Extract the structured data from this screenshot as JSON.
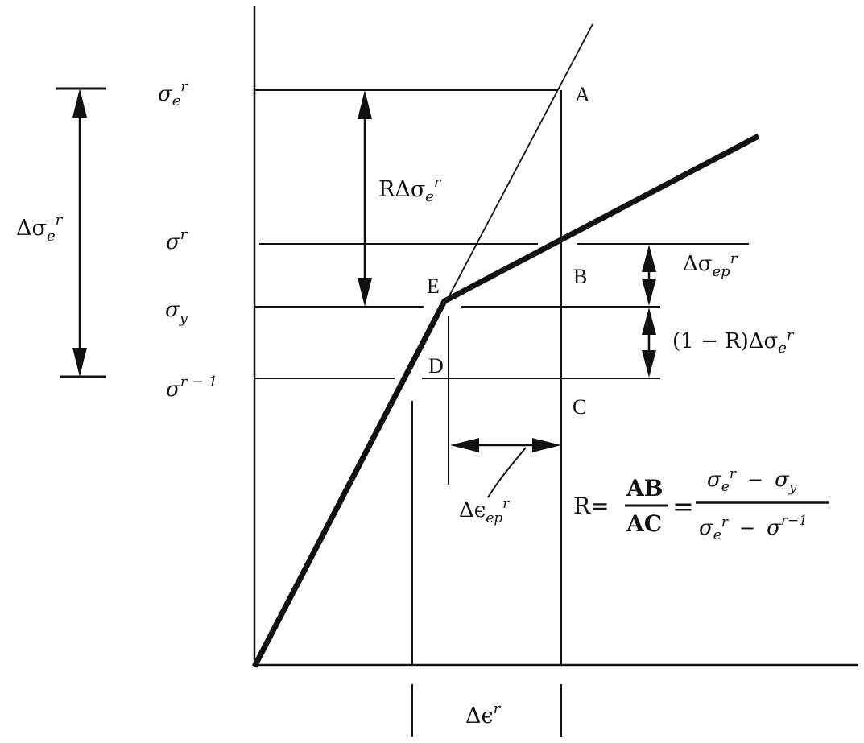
{
  "points": {
    "A": "A",
    "B": "B",
    "C": "C",
    "D": "D",
    "E": "E"
  },
  "y_axis_labels": {
    "sigma_e_r": {
      "base": "σ",
      "sub": "e",
      "sup": "r"
    },
    "sigma_r": {
      "base": "σ",
      "sup": "r"
    },
    "sigma_y": {
      "base": "σ",
      "sub": "y"
    },
    "sigma_r_minus_1": {
      "base": "σ",
      "sup": "r − 1"
    }
  },
  "left_dimension": {
    "prefix": "Δσ",
    "sub": "e",
    "sup": "r"
  },
  "r_delta_label": {
    "prefix": "RΔσ",
    "sub": "e",
    "sup": "r"
  },
  "delta_sigma_ep": {
    "prefix": "Δσ",
    "sub": "ep",
    "sup": "r"
  },
  "one_minus_r": {
    "prefix": "(1 − R)Δσ",
    "sub": "e",
    "sup": "r"
  },
  "delta_eps_ep": {
    "prefix": "Δϵ",
    "sub": "ep",
    "sup": "r"
  },
  "delta_eps": {
    "prefix": "Δϵ",
    "sup": "r"
  },
  "formula": {
    "lhs": "R=",
    "frac1_num": "AB",
    "frac1_den": "AC",
    "eq": "=",
    "frac2_num": {
      "a": "σ",
      "a_sub": "e",
      "a_sup": "r",
      "op": "−",
      "b": "σ",
      "b_sub": "y"
    },
    "frac2_den": {
      "a": "σ",
      "a_sub": "e",
      "a_sup": "r",
      "op": "−",
      "b": "σ",
      "b_sup": "r−1"
    }
  }
}
